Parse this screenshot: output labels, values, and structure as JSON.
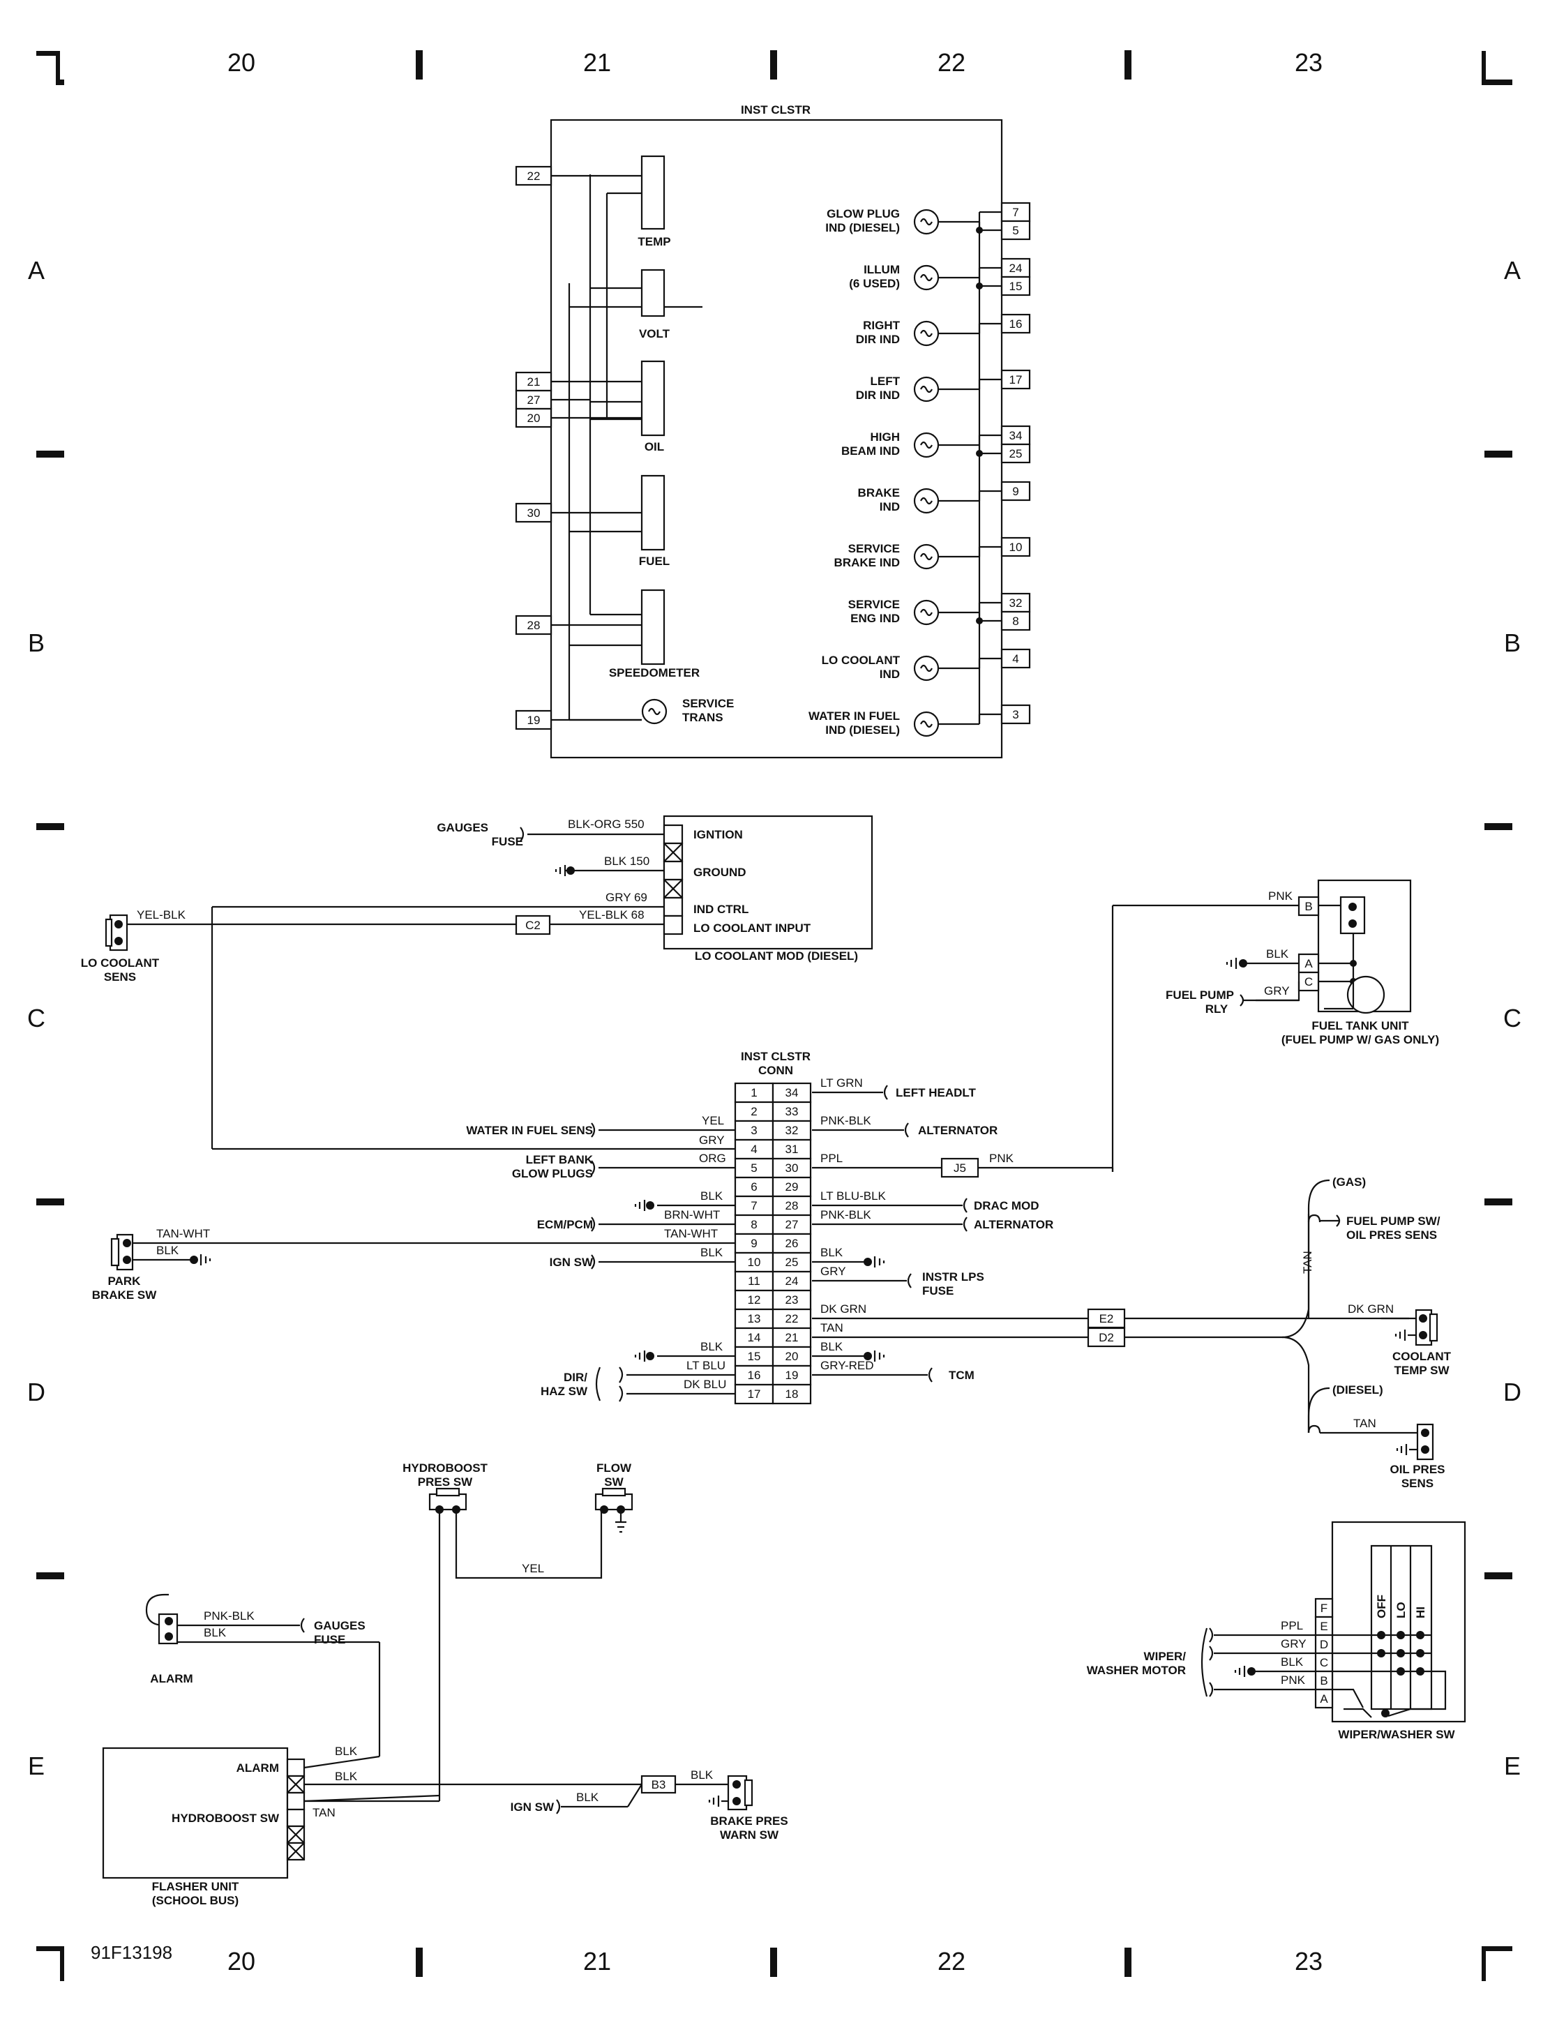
{
  "grid": {
    "columns": [
      "20",
      "21",
      "22",
      "23"
    ],
    "rows": [
      "A",
      "B",
      "C",
      "D",
      "E"
    ],
    "drawing_code": "91F13198"
  },
  "cluster": {
    "title": "INST CLSTR",
    "gauges": [
      "TEMP",
      "VOLT",
      "OIL",
      "FUEL",
      "SPEEDOMETER"
    ],
    "left_pins": [
      "22",
      "21",
      "27",
      "20",
      "30",
      "28",
      "19"
    ],
    "service_trans": "SERVICE\nTRANS",
    "indicators": [
      {
        "l1": "GLOW PLUG",
        "l2": "IND (DIESEL)",
        "pins": [
          "7",
          "5"
        ]
      },
      {
        "l1": "ILLUM",
        "l2": "(6 USED)",
        "pins": [
          "24",
          "15"
        ]
      },
      {
        "l1": "RIGHT",
        "l2": "DIR IND",
        "pins": [
          "16"
        ]
      },
      {
        "l1": "LEFT",
        "l2": "DIR IND",
        "pins": [
          "17"
        ]
      },
      {
        "l1": "HIGH",
        "l2": "BEAM IND",
        "pins": [
          "34",
          "25"
        ]
      },
      {
        "l1": "BRAKE",
        "l2": "IND",
        "pins": [
          "9"
        ]
      },
      {
        "l1": "SERVICE",
        "l2": "BRAKE IND",
        "pins": [
          "10"
        ]
      },
      {
        "l1": "SERVICE",
        "l2": "ENG IND",
        "pins": [
          "32",
          "8"
        ]
      },
      {
        "l1": "LO COOLANT",
        "l2": "IND",
        "pins": [
          "4"
        ]
      },
      {
        "l1": "WATER IN FUEL",
        "l2": "IND (DIESEL)",
        "pins": [
          "3"
        ]
      }
    ]
  },
  "lo_coolant_mod": {
    "title": "LO COOLANT MOD (DIESEL)",
    "terminals": [
      "IGNTION",
      "GROUND",
      "IND CTRL",
      "LO COOLANT INPUT"
    ],
    "wires": [
      "BLK-ORG 550",
      "BLK 150",
      "GRY 69",
      "YEL-BLK 68"
    ],
    "gauges_fuse": [
      "GAUGES",
      "FUSE"
    ],
    "connector": "C2",
    "sensor_wire": "YEL-BLK",
    "sensor": [
      "LO COOLANT",
      "SENS"
    ]
  },
  "fuel_tank": {
    "title": [
      "FUEL TANK UNIT",
      "(FUEL PUMP W/ GAS ONLY)"
    ],
    "pins": [
      "B",
      "A",
      "C"
    ],
    "wires": [
      "PNK",
      "BLK",
      "GRY"
    ],
    "relay": [
      "FUEL PUMP",
      "RLY"
    ]
  },
  "conn": {
    "title": [
      "INST CLSTR",
      "CONN"
    ],
    "rows": [
      [
        "1",
        "34"
      ],
      [
        "2",
        "33"
      ],
      [
        "3",
        "32"
      ],
      [
        "4",
        "31"
      ],
      [
        "5",
        "30"
      ],
      [
        "6",
        "29"
      ],
      [
        "7",
        "28"
      ],
      [
        "8",
        "27"
      ],
      [
        "9",
        "26"
      ],
      [
        "10",
        "25"
      ],
      [
        "11",
        "24"
      ],
      [
        "12",
        "23"
      ],
      [
        "13",
        "22"
      ],
      [
        "14",
        "21"
      ],
      [
        "15",
        "20"
      ],
      [
        "16",
        "19"
      ],
      [
        "17",
        "18"
      ]
    ],
    "left_wires": [
      "YEL",
      "GRY",
      "ORG",
      "BLK",
      "BRN-WHT",
      "TAN-WHT",
      "BLK",
      "BLK",
      "LT BLU",
      "DK BLU"
    ],
    "right_wires": [
      "LT GRN",
      "PNK-BLK",
      "PPL",
      "LT BLU-BLK",
      "PNK-BLK",
      "BLK",
      "GRY",
      "DK GRN",
      "TAN",
      "BLK",
      "GRY-RED"
    ],
    "left_labels": [
      "WATER IN FUEL SENS",
      "LEFT BANK",
      "GLOW PLUGS",
      "ECM/PCM",
      "IGN SW",
      "DIR/",
      "HAZ SW"
    ],
    "right_labels": [
      "LEFT HEADLT",
      "ALTERNATOR",
      "DRAC MOD",
      "ALTERNATOR",
      "INSTR LPS",
      "FUSE",
      "TCM"
    ],
    "connectors": [
      "J5",
      "E2",
      "D2"
    ],
    "pnk": "PNK"
  },
  "park_brake": {
    "wires": [
      "TAN-WHT",
      "BLK"
    ],
    "label": [
      "PARK",
      "BRAKE SW"
    ]
  },
  "right_sensors": {
    "gas": "(GAS)",
    "fuel_pump_sw": [
      "FUEL PUMP SW/",
      "OIL PRES SENS"
    ],
    "tan": "TAN",
    "dk_grn": "DK GRN",
    "coolant": [
      "COOLANT",
      "TEMP SW"
    ],
    "diesel": "(DIESEL)",
    "tan2": "TAN",
    "oil": [
      "OIL PRES",
      "SENS"
    ]
  },
  "hydroboost": {
    "sw": [
      "HYDROBOOST",
      "PRES SW"
    ],
    "flow": [
      "FLOW",
      "SW"
    ],
    "yel": "YEL"
  },
  "alarm": {
    "wires": [
      "PNK-BLK",
      "BLK"
    ],
    "fuse": [
      "GAUGES",
      "FUSE"
    ],
    "label": "ALARM"
  },
  "flasher": {
    "terms": [
      "ALARM",
      "HYDROBOOST SW"
    ],
    "wires": [
      "BLK",
      "BLK",
      "TAN"
    ],
    "title": [
      "FLASHER UNIT",
      "(SCHOOL BUS)"
    ],
    "ign": "IGN SW",
    "ign_wire": "BLK",
    "conn": "B3",
    "out_wire": "BLK",
    "brake": [
      "BRAKE PRES",
      "WARN SW"
    ]
  },
  "wiper": {
    "positions": [
      "OFF",
      "LO",
      "HI"
    ],
    "pins": [
      "F",
      "E",
      "D",
      "C",
      "B",
      "A"
    ],
    "wires": [
      "PPL",
      "GRY",
      "BLK",
      "PNK"
    ],
    "motor": [
      "WIPER/",
      "WASHER MOTOR"
    ],
    "title": "WIPER/WASHER SW"
  }
}
